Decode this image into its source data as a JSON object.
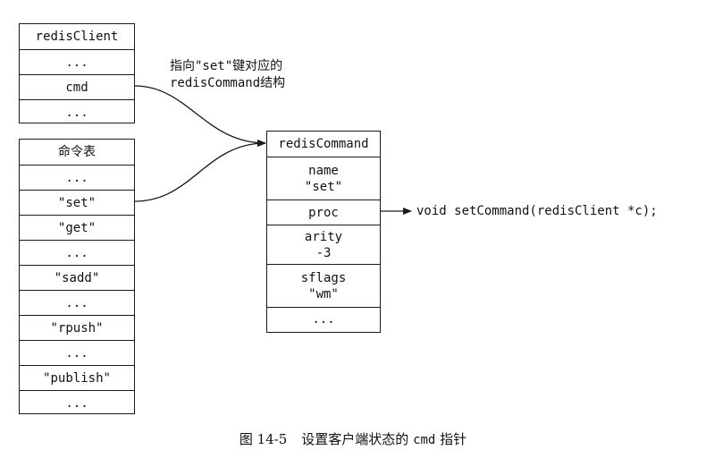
{
  "redis_client": {
    "rows": [
      "redisClient",
      "...",
      "cmd",
      "..."
    ]
  },
  "command_table": {
    "rows": [
      "命令表",
      "...",
      "\"set\"",
      "\"get\"",
      "...",
      "\"sadd\"",
      "...",
      "\"rpush\"",
      "...",
      "\"publish\"",
      "..."
    ]
  },
  "redis_command": {
    "title": "redisCommand",
    "name": {
      "label": "name",
      "value": "\"set\""
    },
    "proc": "proc",
    "arity": {
      "label": "arity",
      "value": "-3"
    },
    "sflags": {
      "label": "sflags",
      "value": "\"wm\""
    },
    "more": "..."
  },
  "annotation": {
    "line1": "指向\"set\"键对应的",
    "line2": "redisCommand结构"
  },
  "proc_target": "void setCommand(redisClient *c);",
  "caption": {
    "figure_number": "图 14-5",
    "text_before": "设置客户端状态的",
    "code": "cmd",
    "text_after": "指针"
  }
}
